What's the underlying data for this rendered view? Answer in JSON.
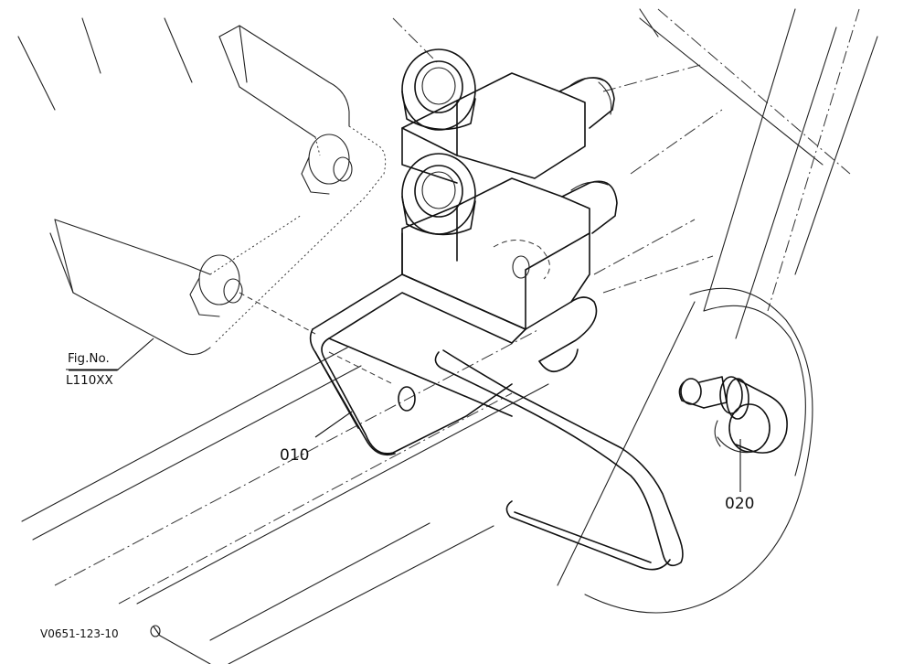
{
  "figure_ref": {
    "line1": "Fig.No.",
    "line2": "L110XX"
  },
  "parts": [
    {
      "id": "part-010",
      "label": "010"
    },
    {
      "id": "part-020",
      "label": "020"
    }
  ],
  "drawing_code": "V0651-123-10"
}
